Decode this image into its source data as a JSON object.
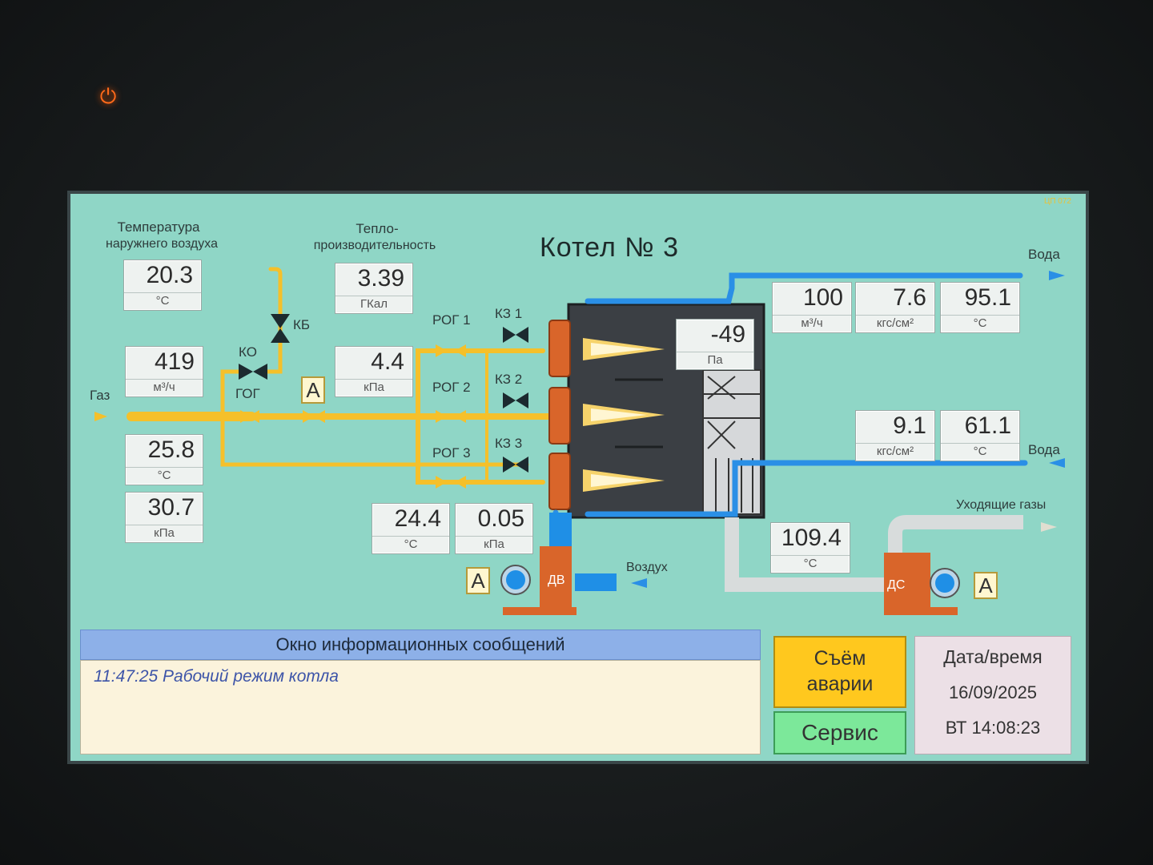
{
  "screen": {
    "title": "Котел № 3",
    "panel_code": "ЦП 072"
  },
  "labels": {
    "outside_temp_line1": "Температура",
    "outside_temp_line2": "наружнего воздуха",
    "heat_line1": "Тепло-",
    "heat_line2": "производительность",
    "gas": "Газ",
    "kb": "КБ",
    "ko": "КО",
    "gog": "ГОГ",
    "rog1": "РОГ 1",
    "rog2": "РОГ 2",
    "rog3": "РОГ 3",
    "kz1": "КЗ 1",
    "kz2": "КЗ 2",
    "kz3": "КЗ 3",
    "water_out": "Вода",
    "water_in": "Вода",
    "flue_gas": "Уходящие газы",
    "air": "Воздух",
    "dv": "ДВ",
    "ds": "ДС",
    "auto_a": "A"
  },
  "values": {
    "outside_temp": {
      "value": "20.3",
      "unit": "°C"
    },
    "heat_output": {
      "value": "3.39",
      "unit": "ГКал"
    },
    "gas_flow": {
      "value": "419",
      "unit": "м³/ч"
    },
    "gas_pressure_after": {
      "value": "4.4",
      "unit": "кПа"
    },
    "gas_temp": {
      "value": "25.8",
      "unit": "°C"
    },
    "gas_pressure": {
      "value": "30.7",
      "unit": "кПа"
    },
    "furnace_pressure": {
      "value": "-49",
      "unit": "Па"
    },
    "air_temp": {
      "value": "24.4",
      "unit": "°C"
    },
    "air_pressure": {
      "value": "0.05",
      "unit": "кПа"
    },
    "water_flow": {
      "value": "100",
      "unit": "м³/ч"
    },
    "water_out_pressure": {
      "value": "7.6",
      "unit": "кгс/см²"
    },
    "water_out_temp": {
      "value": "95.1",
      "unit": "°C"
    },
    "water_in_pressure": {
      "value": "9.1",
      "unit": "кгс/см²"
    },
    "water_in_temp": {
      "value": "61.1",
      "unit": "°C"
    },
    "flue_temp": {
      "value": "109.4",
      "unit": "°C"
    }
  },
  "messages": {
    "header": "Окно информационных сообщений",
    "items": [
      "11:47:25  Рабочий режим котла"
    ]
  },
  "buttons": {
    "reset_line1": "Съём",
    "reset_line2": "аварии",
    "service": "Сервис"
  },
  "datetime": {
    "header": "Дата/время",
    "date": "16/09/2025",
    "time": "ВТ 14:08:23"
  },
  "colors": {
    "screen_bg": "#8fd6c6",
    "gas_pipe": "#f5c02a",
    "water_pipe": "#2a8fe6",
    "reset_button": "#ffc81e",
    "service_button": "#7ce89a"
  }
}
